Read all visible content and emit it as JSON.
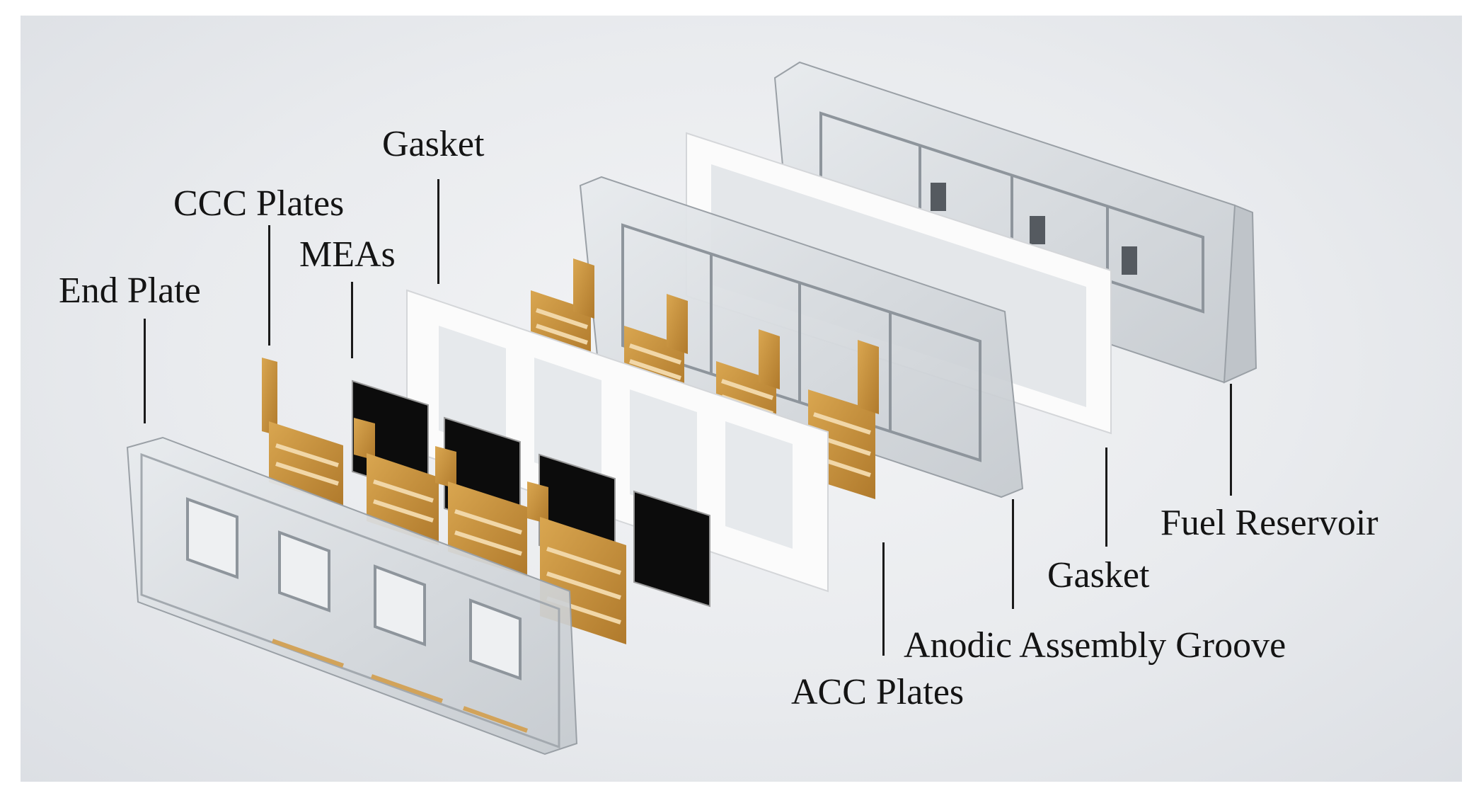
{
  "labels": {
    "end_plate": "End Plate",
    "ccc_plates": "CCC Plates",
    "meas": "MEAs",
    "gasket_front": "Gasket",
    "acc_plates": "ACC Plates",
    "anodic_groove": "Anodic Assembly Groove",
    "gasket_back": "Gasket",
    "fuel_reservoir": "Fuel Reservoir"
  },
  "colors": {
    "background": "#e9ebee",
    "acrylic": "#d6dadd",
    "copper": "#c8923c",
    "mea": "#0c0c0c",
    "gasket": "#fbfbfb",
    "text": "#141414"
  }
}
